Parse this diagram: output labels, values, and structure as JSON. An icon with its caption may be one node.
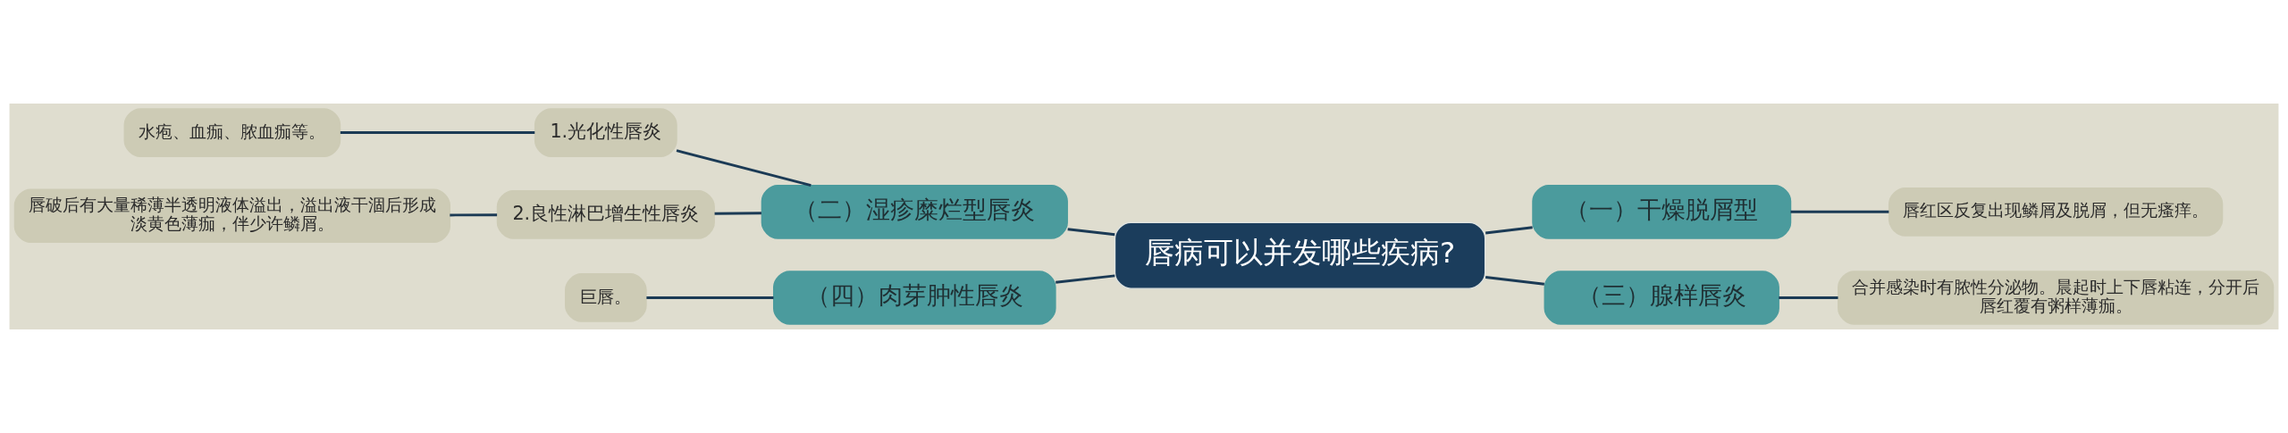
{
  "diagram": {
    "nodes": [
      {
        "text": [
          "唇病可以并发哪些疾病?"
        ]
      },
      {
        "text": [
          "（二）湿疹糜烂型唇炎"
        ]
      },
      {
        "text": [
          "1.光化性唇炎"
        ]
      },
      {
        "text": [
          "水疱、血痂、脓血痂等。"
        ]
      },
      {
        "text": [
          "2.良性淋巴增生性唇炎"
        ]
      },
      {
        "text": [
          "唇破后有大量稀薄半透明液体溢出，溢出液干涸后形成淡黄色薄痂，伴少许鳞屑。"
        ]
      },
      {
        "text": [
          "（一）干燥脱屑型"
        ]
      },
      {
        "text": [
          "唇红区反复出现鳞屑及脱屑，但无瘙痒。"
        ]
      },
      {
        "text": [
          "（三）腺样唇炎"
        ]
      },
      {
        "text": [
          "合并感染时有脓性分泌物。晨起时上下唇粘连，分开后唇红覆有粥样薄痂。"
        ]
      },
      {
        "text": [
          "（四）肉芽肿性唇炎"
        ]
      },
      {
        "text": [
          "巨唇。"
        ]
      }
    ],
    "edges": [
      {
        "from": 0,
        "to": 1,
        "arrow": "none"
      },
      {
        "from": 1,
        "to": 2,
        "arrow": "none"
      },
      {
        "from": 2,
        "to": 3,
        "arrow": "none"
      },
      {
        "from": 1,
        "to": 4,
        "arrow": "none"
      },
      {
        "from": 4,
        "to": 5,
        "arrow": "none"
      },
      {
        "from": 0,
        "to": 6,
        "arrow": "none"
      },
      {
        "from": 6,
        "to": 7,
        "arrow": "none"
      },
      {
        "from": 0,
        "to": 8,
        "arrow": "none"
      },
      {
        "from": 8,
        "to": 9,
        "arrow": "none"
      },
      {
        "from": 0,
        "to": 10,
        "arrow": "none"
      },
      {
        "from": 10,
        "to": 11,
        "arrow": "none"
      }
    ]
  }
}
